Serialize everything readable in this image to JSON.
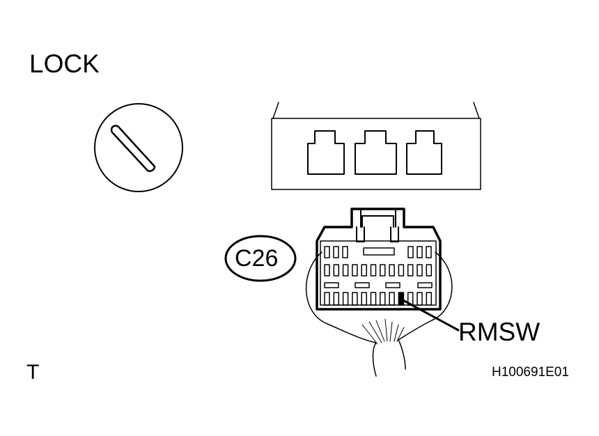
{
  "labels": {
    "key_position": "LOCK",
    "connector_id": "C26",
    "terminal": "RMSW",
    "corner_mark": "T",
    "figure_code": "H100691E01"
  },
  "colors": {
    "line": "#000000",
    "background": "#ffffff"
  },
  "icons": [
    "ignition-key-cylinder",
    "switch-socket",
    "wire-harness-connector"
  ]
}
